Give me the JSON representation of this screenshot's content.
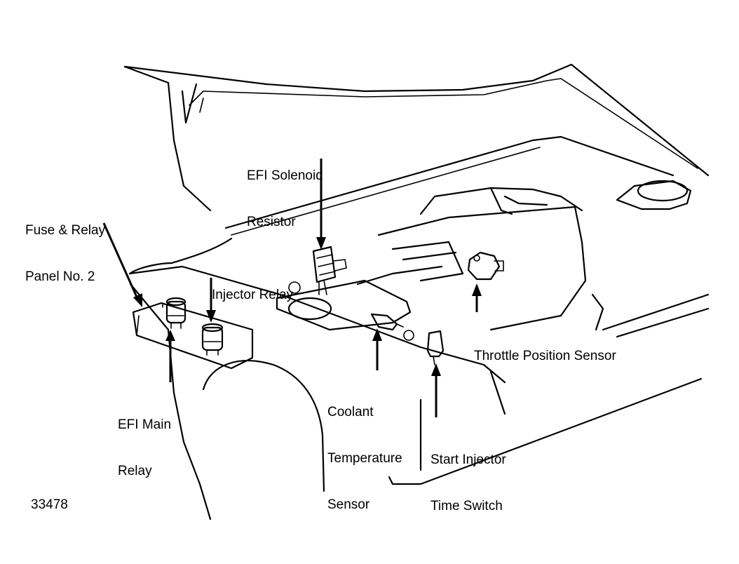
{
  "figure_number": "33478",
  "labels": {
    "efi_solenoid_resistor": {
      "line1": "EFI Solenoid",
      "line2": "Resistor"
    },
    "fuse_relay_panel": {
      "line1": "Fuse & Relay",
      "line2": "Panel No. 2"
    },
    "injector_relay": {
      "line1": "Injector Relay"
    },
    "throttle_position_sensor": {
      "line1": "Throttle Position Sensor"
    },
    "efi_main_relay": {
      "line1": "EFI Main",
      "line2": "Relay"
    },
    "coolant_temperature_sensor": {
      "line1": "Coolant",
      "line2": "Temperature",
      "line3": "Sensor"
    },
    "start_injector_time_switch": {
      "line1": "Start Injector",
      "line2": "Time Switch"
    }
  },
  "colors": {
    "ink": "#000000",
    "paper": "#ffffff"
  }
}
